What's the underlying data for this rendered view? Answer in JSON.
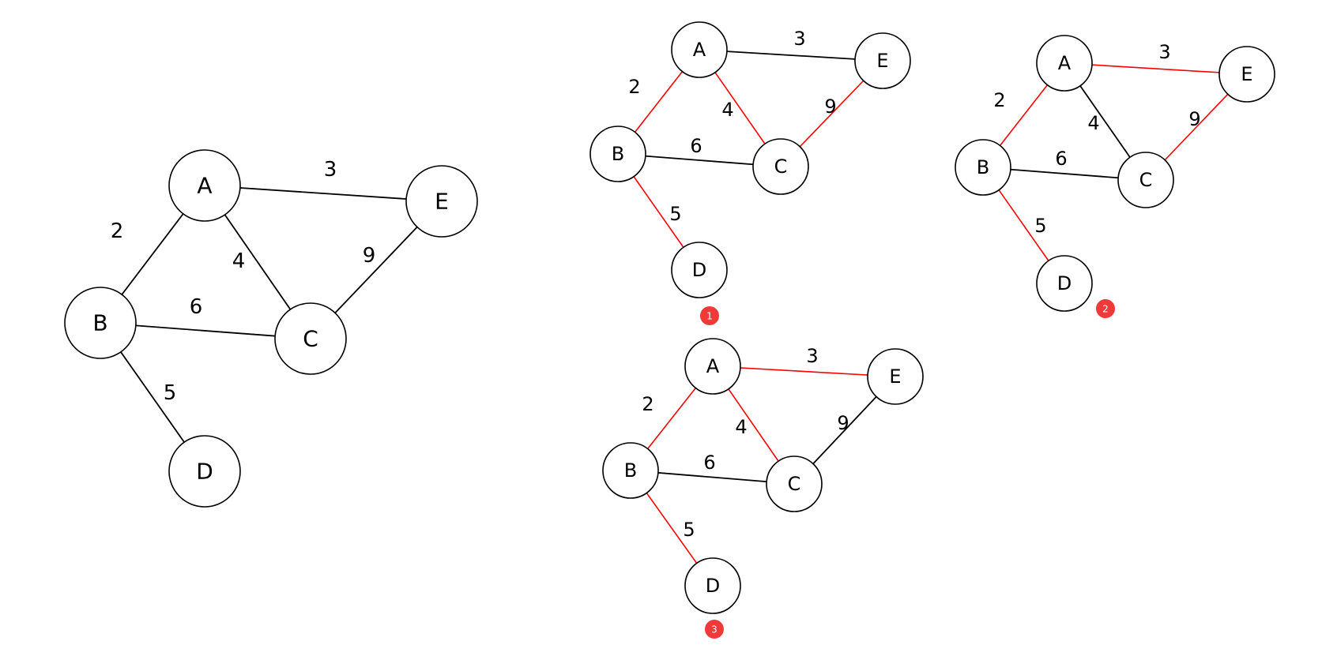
{
  "colors": {
    "default_edge": "#000000",
    "highlight_edge": "#ff0000",
    "badge": "#f03a3a",
    "badge_text": "#ffffff"
  },
  "graphs": [
    {
      "id": "original",
      "badge": null,
      "nodes": [
        "A",
        "B",
        "C",
        "D",
        "E"
      ],
      "edges": [
        {
          "from": "A",
          "to": "B",
          "weight": "2",
          "highlighted": false
        },
        {
          "from": "A",
          "to": "C",
          "weight": "4",
          "highlighted": false
        },
        {
          "from": "A",
          "to": "E",
          "weight": "3",
          "highlighted": false
        },
        {
          "from": "B",
          "to": "C",
          "weight": "6",
          "highlighted": false
        },
        {
          "from": "B",
          "to": "D",
          "weight": "5",
          "highlighted": false
        },
        {
          "from": "C",
          "to": "E",
          "weight": "9",
          "highlighted": false
        }
      ]
    },
    {
      "id": "step-1",
      "badge": "1",
      "nodes": [
        "A",
        "B",
        "C",
        "D",
        "E"
      ],
      "edges": [
        {
          "from": "A",
          "to": "B",
          "weight": "2",
          "highlighted": true
        },
        {
          "from": "A",
          "to": "C",
          "weight": "4",
          "highlighted": true
        },
        {
          "from": "A",
          "to": "E",
          "weight": "3",
          "highlighted": false
        },
        {
          "from": "B",
          "to": "C",
          "weight": "6",
          "highlighted": false
        },
        {
          "from": "B",
          "to": "D",
          "weight": "5",
          "highlighted": true
        },
        {
          "from": "C",
          "to": "E",
          "weight": "9",
          "highlighted": true
        }
      ]
    },
    {
      "id": "step-2",
      "badge": "2",
      "nodes": [
        "A",
        "B",
        "C",
        "D",
        "E"
      ],
      "edges": [
        {
          "from": "A",
          "to": "B",
          "weight": "2",
          "highlighted": true
        },
        {
          "from": "A",
          "to": "C",
          "weight": "4",
          "highlighted": false
        },
        {
          "from": "A",
          "to": "E",
          "weight": "3",
          "highlighted": true
        },
        {
          "from": "B",
          "to": "C",
          "weight": "6",
          "highlighted": false
        },
        {
          "from": "B",
          "to": "D",
          "weight": "5",
          "highlighted": true
        },
        {
          "from": "C",
          "to": "E",
          "weight": "9",
          "highlighted": true
        }
      ]
    },
    {
      "id": "step-3",
      "badge": "3",
      "nodes": [
        "A",
        "B",
        "C",
        "D",
        "E"
      ],
      "edges": [
        {
          "from": "A",
          "to": "B",
          "weight": "2",
          "highlighted": true
        },
        {
          "from": "A",
          "to": "C",
          "weight": "4",
          "highlighted": true
        },
        {
          "from": "A",
          "to": "E",
          "weight": "3",
          "highlighted": true
        },
        {
          "from": "B",
          "to": "C",
          "weight": "6",
          "highlighted": false
        },
        {
          "from": "B",
          "to": "D",
          "weight": "5",
          "highlighted": true
        },
        {
          "from": "C",
          "to": "E",
          "weight": "9",
          "highlighted": false
        }
      ]
    }
  ]
}
